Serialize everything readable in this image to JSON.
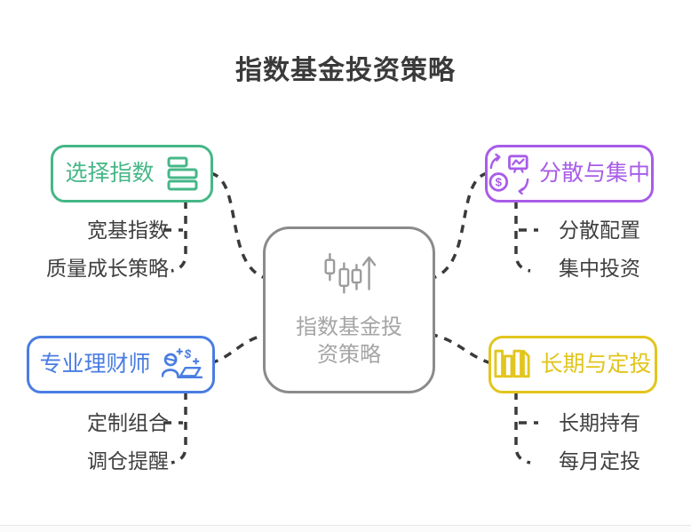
{
  "title": "指数基金投资策略",
  "center": {
    "icon": "candlestick-chart-icon",
    "label_line1": "指数基金投",
    "label_line2": "资策略"
  },
  "branches": [
    {
      "label": "选择指数",
      "color": "#45b787",
      "icon": "list-bars-icon",
      "children": [
        "宽基指数",
        "质量成长策略"
      ]
    },
    {
      "label": "分散与集中",
      "color": "#a85ce8",
      "icon": "money-exchange-icon",
      "children": [
        "分散配置",
        "集中投资"
      ]
    },
    {
      "label": "专业理财师",
      "color": "#4a7de2",
      "icon": "financial-advisor-icon",
      "children": [
        "定制组合",
        "调仓提醒"
      ]
    },
    {
      "label": "长期与定投",
      "color": "#e2c51d",
      "icon": "column-bars-icon",
      "children": [
        "长期持有",
        "每月定投"
      ]
    }
  ],
  "connector_color": "#3a3a3a"
}
